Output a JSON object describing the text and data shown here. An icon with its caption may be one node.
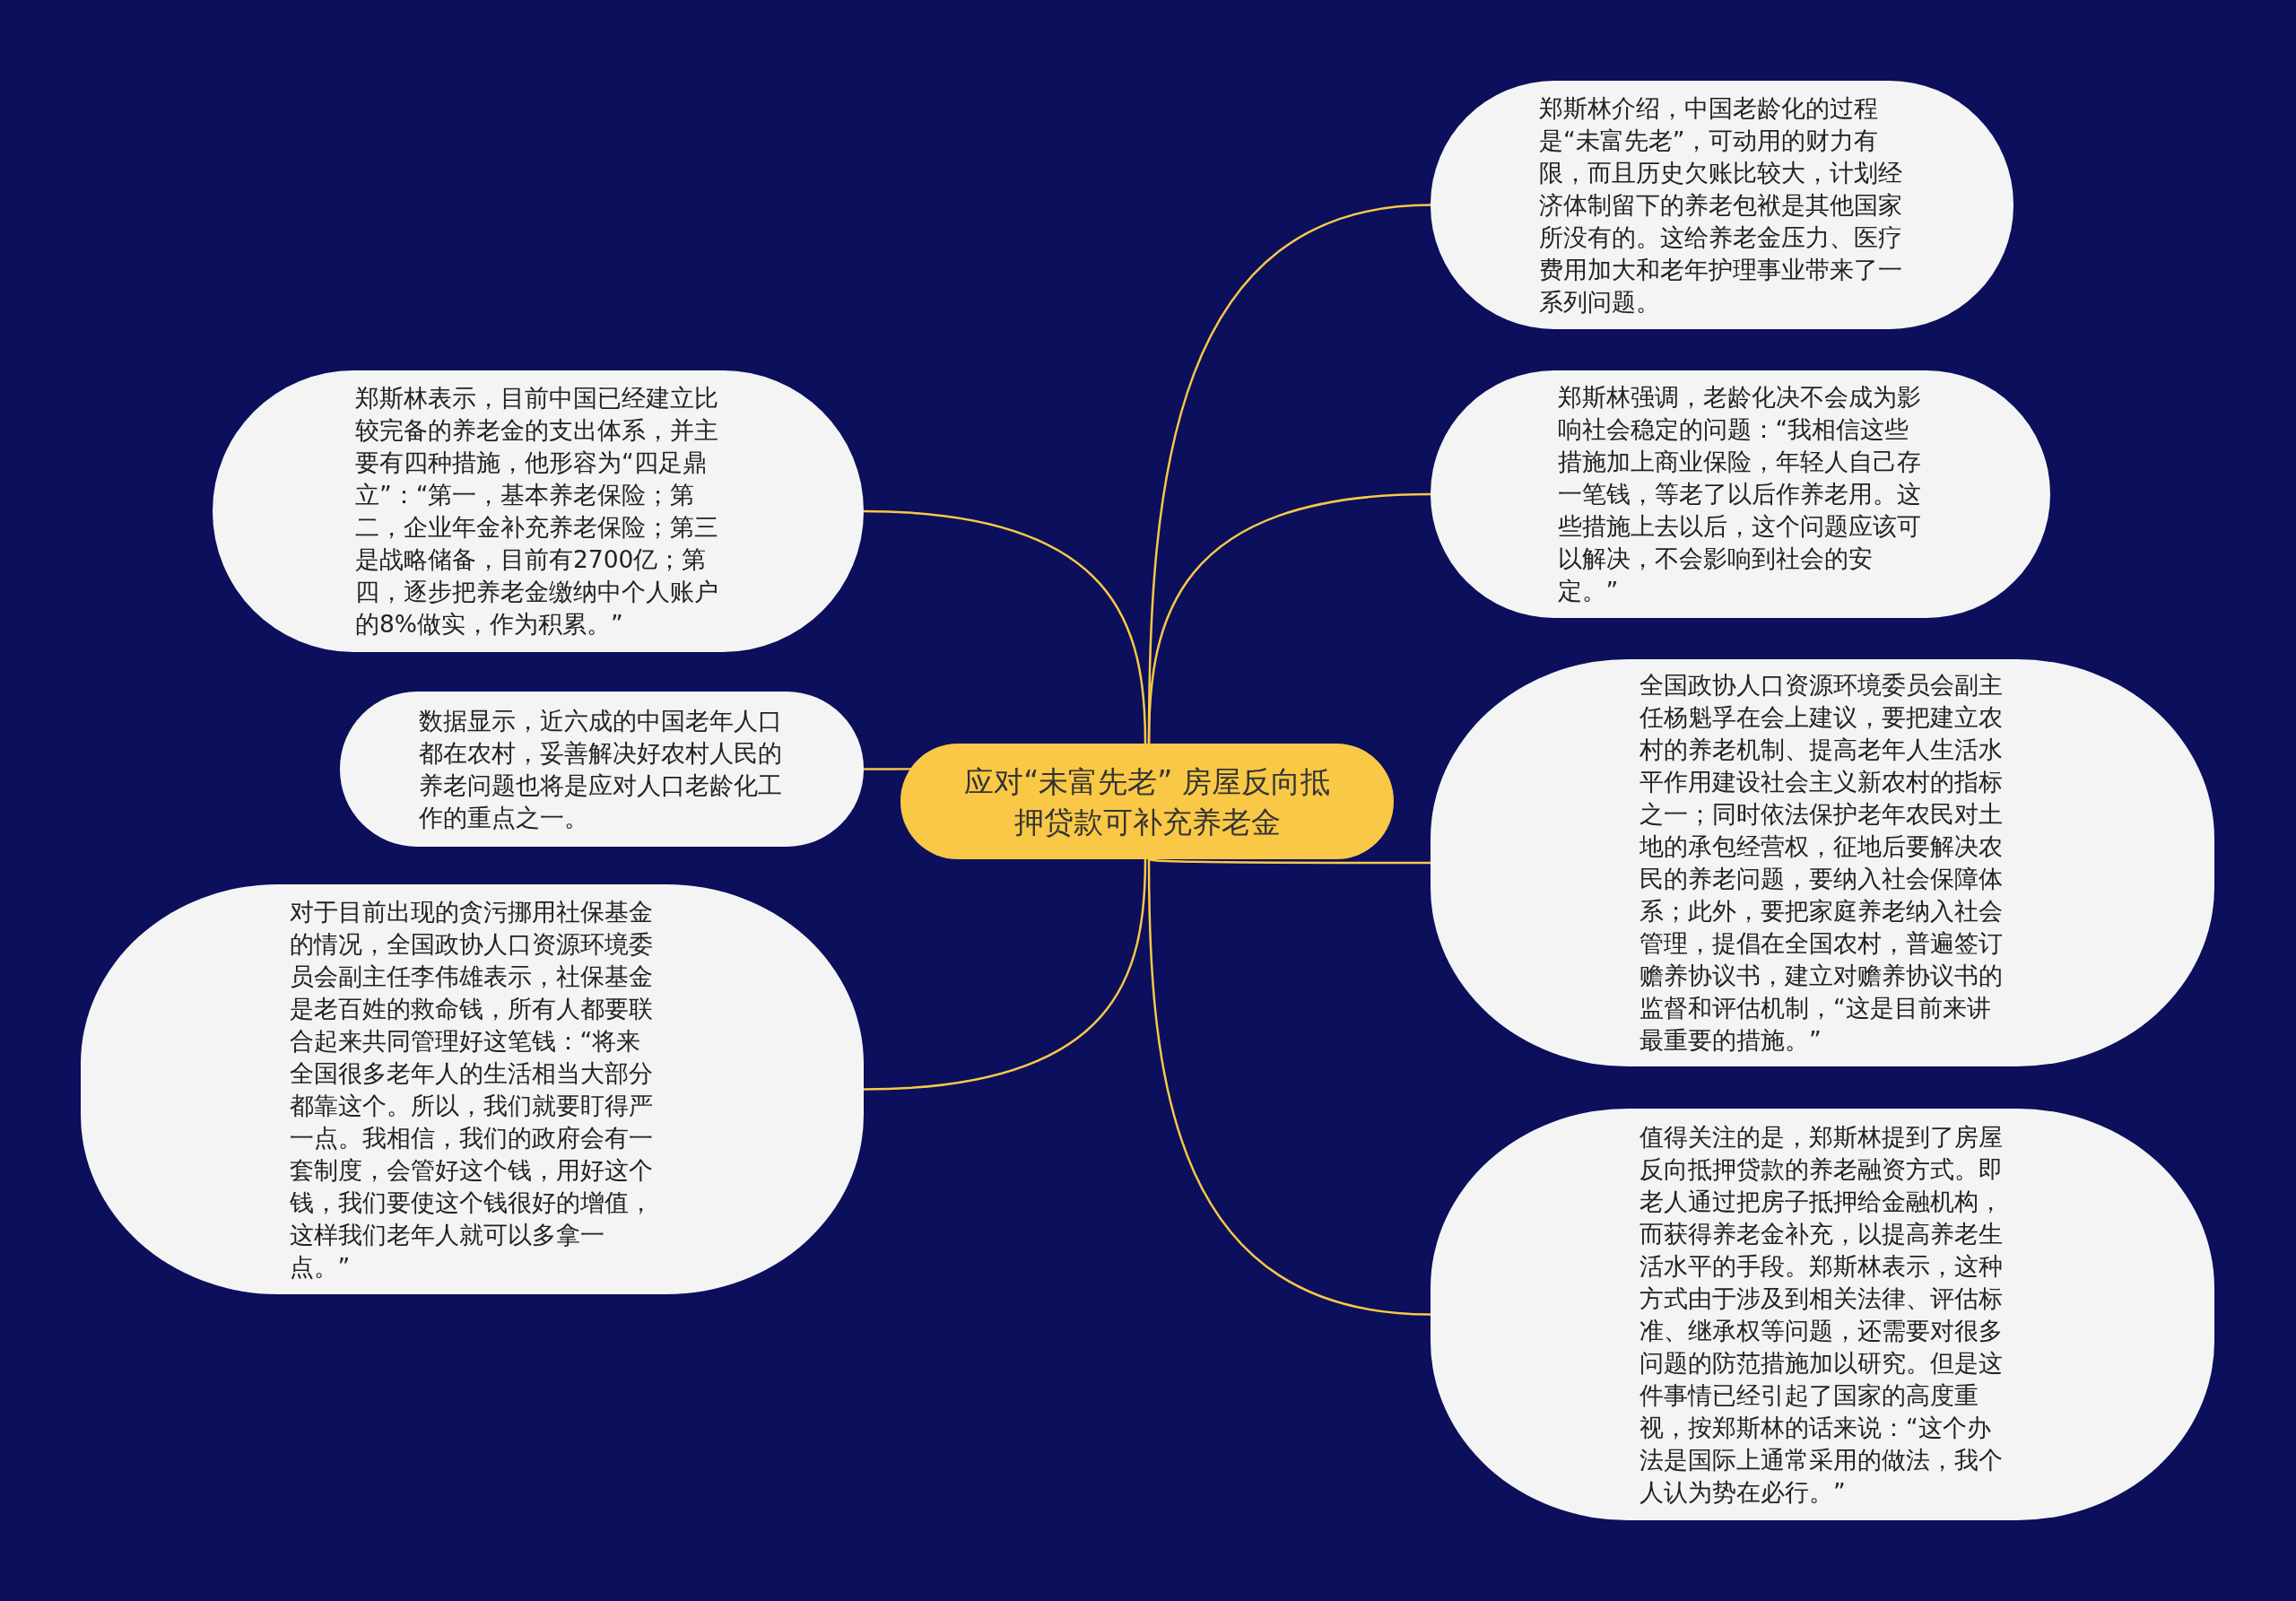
{
  "diagram": {
    "nodes": [
      {
        "text": [
          "应对“未富先老” 房屋反向抵押贷款可补充养老金"
        ]
      },
      {
        "text": [
          "郑斯林介绍，中国老龄化的过程是“未富先老”，可动用的财力有限，而且历史欠账比较大，计划经济体制留下的养老包袱是其他国家所没有的。这给养老金压力、医疗费用加大和老年护理事业带来了一系列问题。"
        ]
      },
      {
        "text": [
          "郑斯林表示，目前中国已经建立比较完备的养老金的支出体系，并主要有四种措施，他形容为“四足鼎立”：“第一，基本养老保险；第二，企业年金补充养老保险；第三是战略储备，目前有2700亿；第四，逐步把养老金缴纳中个人账户的8%做实，作为积累。”"
        ]
      },
      {
        "text": [
          "郑斯林强调，老龄化决不会成为影响社会稳定的问题：“我相信这些措施加上商业保险，年轻人自己存一笔钱，等老了以后作养老用。这些措施上去以后，这个问题应该可以解决，不会影响到社会的安定。”"
        ]
      },
      {
        "text": [
          "数据显示，近六成的中国老年人口都在农村，妥善解决好农村人民的养老问题也将是应对人口老龄化工作的重点之一。"
        ]
      },
      {
        "text": [
          "全国政协人口资源环境委员会副主任杨魁孚在会上建议，要把建立农村的养老机制、提高老年人生活水平作用建设社会主义新农村的指标之一；同时依法保护老年农民对土地的承包经营权，征地后要解决农民的养老问题，要纳入社会保障体系；此外，要把家庭养老纳入社会管理，提倡在全国农村，普遍签订赡养协议书，建立对赡养协议书的监督和评估机制，“这是目前来讲最重要的措施。”"
        ]
      },
      {
        "text": [
          "对于目前出现的贪污挪用社保基金的情况，全国政协人口资源环境委员会副主任李伟雄表示，社保基金是老百姓的救命钱，所有人都要联合起来共同管理好这笔钱：“将来全国很多老年人的生活相当大部分都靠这个。所以，我们就要盯得严一点。我相信，我们的政府会有一套制度，会管好这个钱，用好这个钱，我们要使这个钱很好的增值，这样我们老年人就可以多拿一点。”"
        ]
      },
      {
        "text": [
          "值得关注的是，郑斯林提到了房屋反向抵押贷款的养老融资方式。即老人通过把房子抵押给金融机构，而获得养老金补充，以提高养老生活水平的手段。郑斯林表示，这种方式由于涉及到相关法律、评估标准、继承权等问题，还需要对很多问题的防范措施加以研究。但是这件事情已经引起了国家的高度重视，按郑斯林的话来说：“这个办法是国际上通常采用的做法，我个人认为势在必行。”"
        ]
      }
    ],
    "edges": [
      {
        "from": 0,
        "to": 1,
        "arrow": "none"
      },
      {
        "from": 0,
        "to": 2,
        "arrow": "none"
      },
      {
        "from": 0,
        "to": 3,
        "arrow": "none"
      },
      {
        "from": 0,
        "to": 4,
        "arrow": "none"
      },
      {
        "from": 0,
        "to": 5,
        "arrow": "none"
      },
      {
        "from": 0,
        "to": 6,
        "arrow": "none"
      },
      {
        "from": 0,
        "to": 7,
        "arrow": "none"
      }
    ]
  }
}
